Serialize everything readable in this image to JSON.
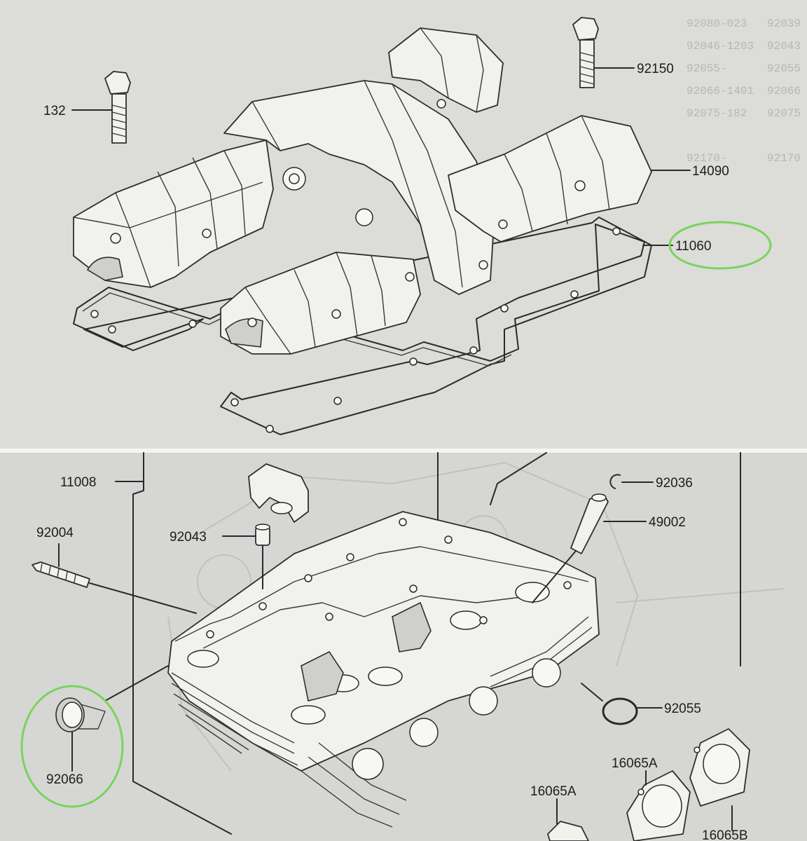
{
  "top_panel": {
    "labels": {
      "bolt_left": "132",
      "bolt_right": "92150",
      "cover": "14090",
      "gasket": "11060"
    },
    "background_table": [
      [
        "92039",
        "92080-023"
      ],
      [
        "92043",
        "92046-1203"
      ],
      [
        "92055",
        "92055-"
      ],
      [
        "92066",
        "92066-1401"
      ],
      [
        "92075",
        "92075-182"
      ],
      [
        "92170",
        "92170-"
      ]
    ]
  },
  "bottom_panel": {
    "labels": {
      "head": "11008",
      "stud": "92004",
      "dowel": "92043",
      "clip": "92036",
      "guide": "49002",
      "oring": "92055",
      "holder_a1": "16065A",
      "holder_a2": "16065A",
      "holder_b": "16065B",
      "plug": "92066"
    }
  },
  "highlight_color": "#7bd35c"
}
